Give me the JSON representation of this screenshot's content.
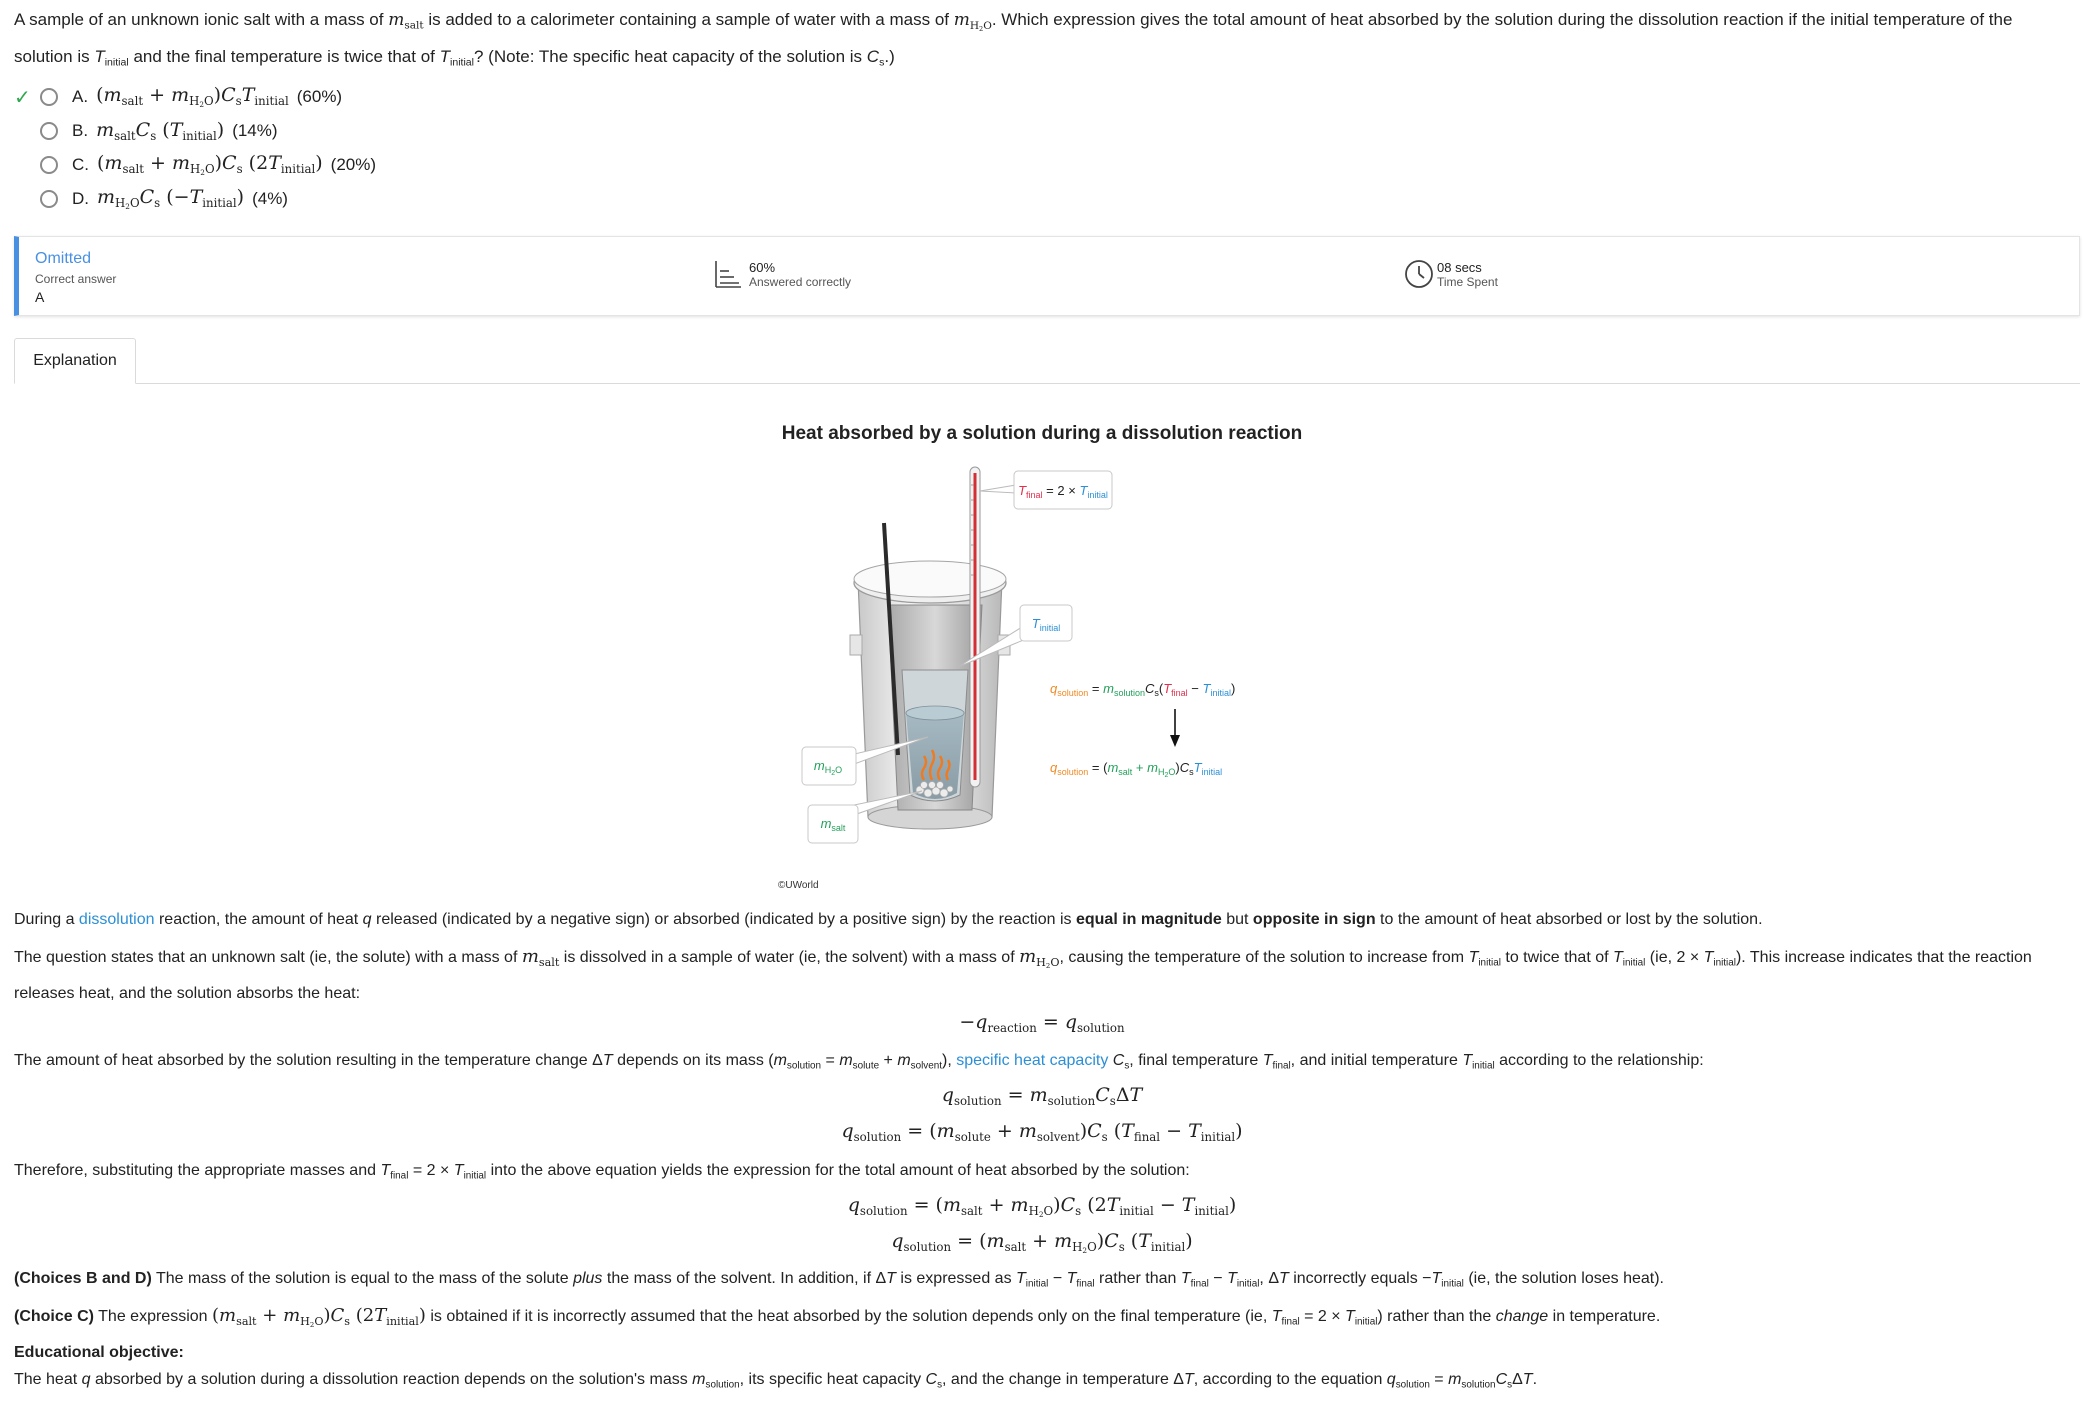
{
  "question": {
    "t1": "A sample of an unknown ionic salt with a mass of ",
    "t2": " is added to a calorimeter containing a sample of water with a mass of ",
    "t3": ".  Which expression gives the total amount of heat absorbed by the solution during the dissolution reaction if the initial temperature of the solution is ",
    "t4": " and the final temperature is twice that of ",
    "t5": "?  (Note:  The specific heat capacity of the solution is ",
    "t6": ".)"
  },
  "choices": [
    {
      "letter": "A.",
      "pct": "(60%)",
      "correct": true
    },
    {
      "letter": "B.",
      "pct": "(14%)",
      "correct": false
    },
    {
      "letter": "C.",
      "pct": "(20%)",
      "correct": false
    },
    {
      "letter": "D.",
      "pct": "(4%)",
      "correct": false
    }
  ],
  "stats": {
    "status": "Omitted",
    "correct_label": "Correct answer",
    "correct_value": "A",
    "pct_value": "60%",
    "pct_label": "Answered correctly",
    "time_value": "08 secs",
    "time_label": "Time Spent"
  },
  "tabs": {
    "explanation": "Explanation"
  },
  "figure": {
    "title": "Heat absorbed by a solution during a dissolution reaction",
    "copyright": "©UWorld",
    "times2": " = 2 × ",
    "eq_sep": " = ",
    "minus": " − ",
    "plus": " + "
  },
  "explanation": {
    "p1a": "During a ",
    "p1_link": "dissolution",
    "p1b": " reaction, the amount of heat ",
    "p1c": " released (indicated by a negative sign) or absorbed (indicated by a positive sign) by the reaction is ",
    "p1_b1": "equal in magnitude",
    "p1d": " but ",
    "p1_b2": "opposite in sign",
    "p1e": " to the amount of heat absorbed or lost by the solution.",
    "p2a": "The question states that an unknown salt (ie, the solute) with a mass of ",
    "p2b": " is dissolved in a sample of water (ie, the solvent) with a mass of ",
    "p2c": ", causing the temperature of the solution to increase from ",
    "p2d": " to twice that of ",
    "p2e": " (ie, 2 × ",
    "p2f": ").  This increase indicates that the reaction releases heat, and the solution absorbs the heat:",
    "p3a": "The amount of heat absorbed by the solution resulting in the temperature change Δ",
    "p3b": " depends on its mass (",
    "p3c": " = ",
    "p3d": " + ",
    "p3e": "), ",
    "p3_link": "specific heat capacity",
    "p3f": ", final temperature ",
    "p3g": ", and initial temperature ",
    "p3h": " according to the relationship:",
    "p4a": "Therefore, substituting the appropriate masses and ",
    "p4b": " = 2 × ",
    "p4c": " into the above equation yields the expression for the total amount of heat absorbed by the solution:",
    "p5_lbl": "(Choices B and D)",
    "p5a": "  The mass of the solution is equal to the mass of the solute ",
    "p5_plus": "plus",
    "p5b": " the mass of the solvent.  In addition, if Δ",
    "p5c": " is expressed as ",
    "p5d": " rather than ",
    "p5e": ", Δ",
    "p5f": " incorrectly equals −",
    "p5g": " (ie, the solution loses heat).",
    "p6_lbl": "(Choice C)",
    "p6a": "  The expression ",
    "p6b": " is obtained if it is incorrectly assumed that the heat absorbed by the solution depends only on the final temperature (ie, ",
    "p6c": " = 2 × ",
    "p6d": ") rather than the ",
    "p6_change": "change",
    "p6e": " in temperature.",
    "edu_title": "Educational objective:",
    "p7a": "The heat ",
    "p7b": " absorbed by a solution during a dissolution reaction depends on the solution's mass ",
    "p7c": ", its specific heat capacity ",
    "p7d": ", and the change in temperature Δ",
    "p7e": ", according to the equation ",
    "p7f": " = ",
    "p7g": "."
  },
  "colors": {
    "accent": "#4a90e2",
    "correct": "#2fa84f",
    "link": "#2b8fd6",
    "red": "#e0304e",
    "green": "#23a05a",
    "orange": "#f08a24"
  }
}
